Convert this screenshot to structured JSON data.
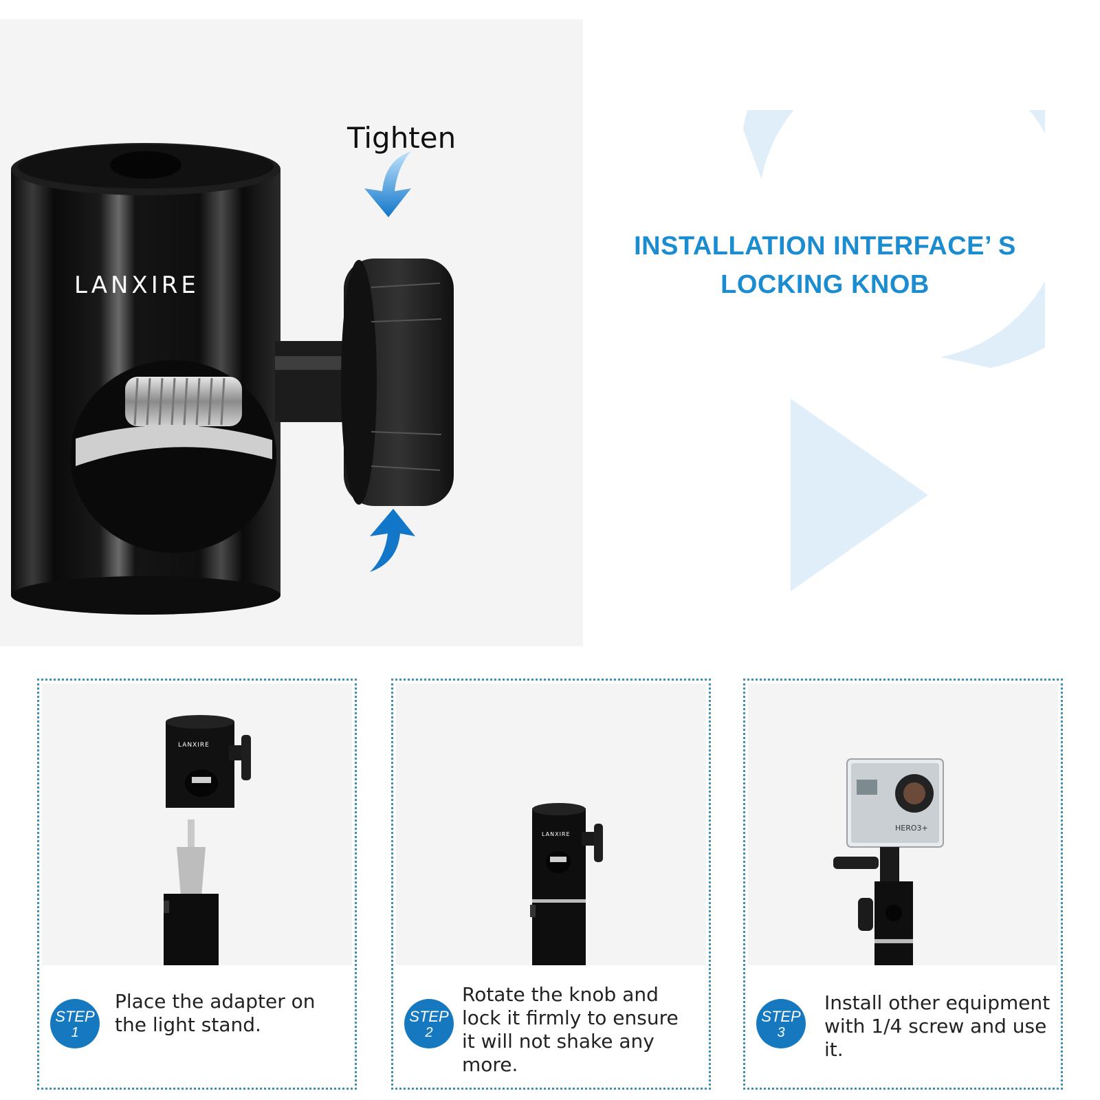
{
  "hero": {
    "tighten_label": "Tighten",
    "brand_mark": "LANXIRE"
  },
  "headline": {
    "line1": "INSTALLATION INTERFACE’ S",
    "line2": "LOCKING KNOB"
  },
  "steps": [
    {
      "badge_word": "STEP",
      "badge_number": "1",
      "description": "Place the adapter on the light stand."
    },
    {
      "badge_word": "STEP",
      "badge_number": "2",
      "description": "Rotate the knob and lock it firmly to ensure it will not shake any more."
    },
    {
      "badge_word": "STEP",
      "badge_number": "3",
      "description": "Install other equipment with 1/4 screw and use it."
    }
  ],
  "camera_model_mark": "HERO3+",
  "colors": {
    "accent_blue": "#1a8ccf",
    "badge_blue": "#1679c0",
    "card_border": "#3e8fb6",
    "rotate_arrow": "#dfeef8",
    "product_black": "#111111"
  },
  "icons": [
    "tighten-down-arrow-icon",
    "tighten-up-arrow-icon",
    "rotate-arrow-icon"
  ]
}
